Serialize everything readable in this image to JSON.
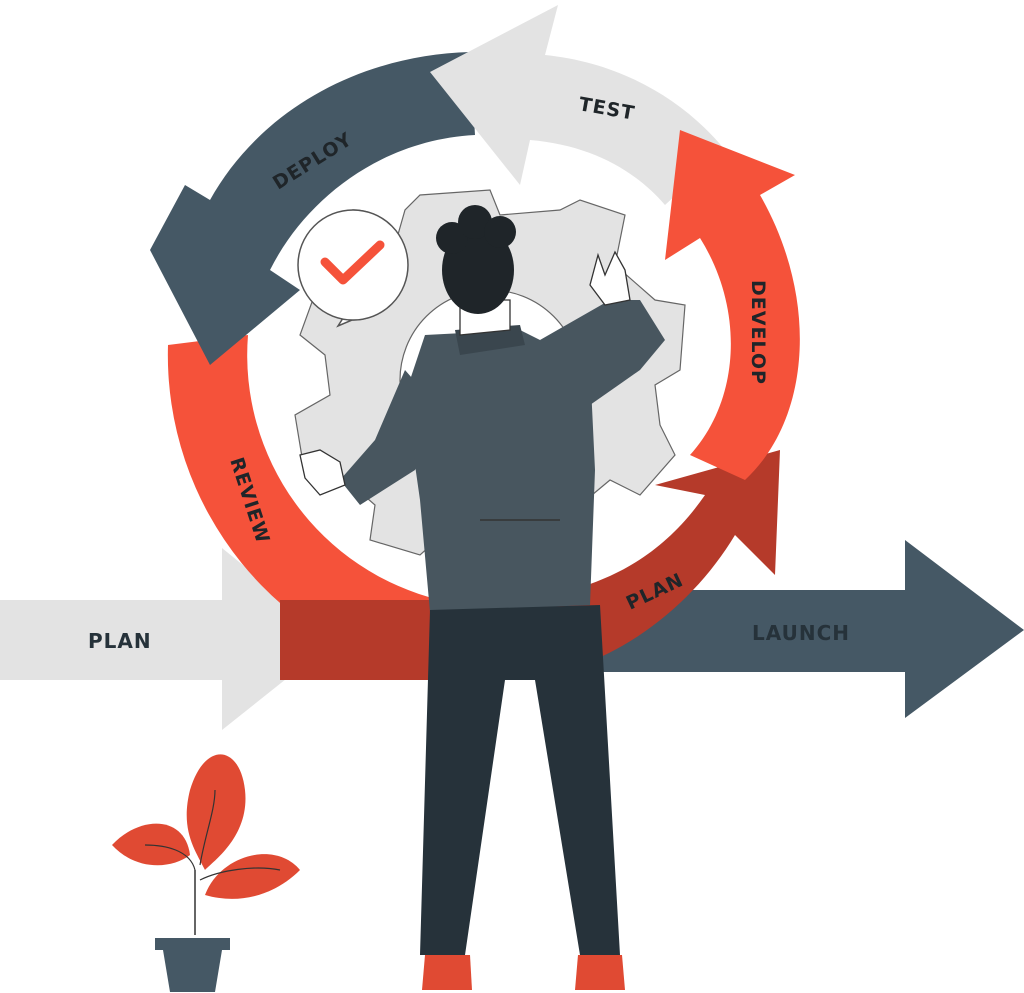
{
  "stages": {
    "plan_in": "PLAN",
    "review": "REVIEW",
    "deploy": "DEPLOY",
    "test": "TEST",
    "develop": "DEVELOP",
    "plan": "PLAN",
    "launch": "LAUNCH"
  },
  "colors": {
    "red": "#f5523a",
    "dark_red": "#b53a2a",
    "slate": "#455865",
    "light_gray": "#e3e3e3",
    "suit": "#48565f",
    "pants": "#26323a",
    "hair": "#1f2529"
  },
  "icons": {
    "check": "check-icon",
    "gear": "gear-icon",
    "plant": "plant-icon"
  }
}
